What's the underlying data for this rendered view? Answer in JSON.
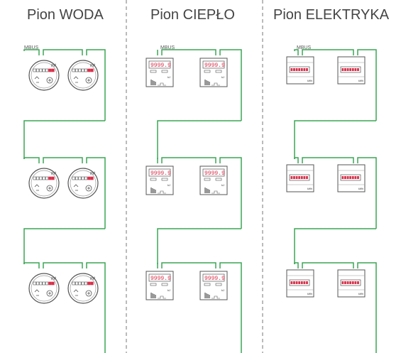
{
  "columns": [
    {
      "title": "Pion WODA",
      "bus_label": "MBUS",
      "meter_type": "water",
      "unit": "m³"
    },
    {
      "title": "Pion CIEPŁO",
      "bus_label": "MBUS",
      "meter_type": "heat",
      "reading": "9999.9",
      "unit": "kJ"
    },
    {
      "title": "Pion ELEKTRYKA",
      "bus_label": "MBUS",
      "meter_type": "electric",
      "unit": "kWh"
    }
  ],
  "colors": {
    "bus_line": "#3aa655",
    "separator": "#777777",
    "device_stroke": "#555555",
    "display": "#d9304a"
  }
}
